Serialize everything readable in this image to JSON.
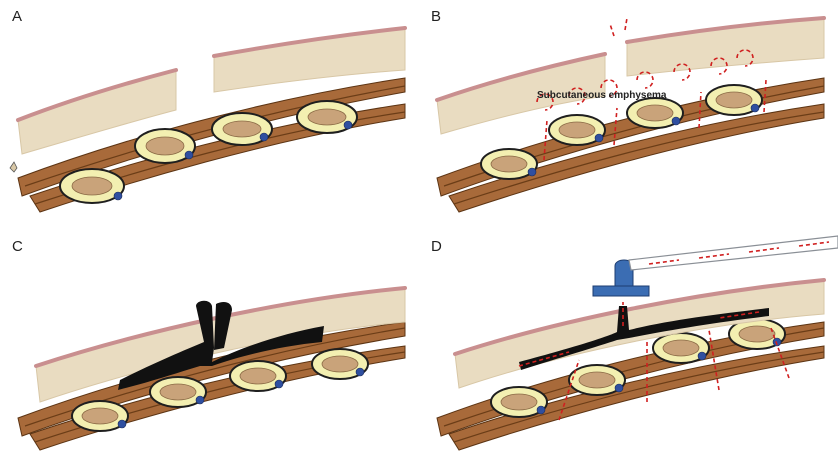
{
  "panels": [
    {
      "letter": "A"
    },
    {
      "letter": "B",
      "annotation": "Subcutaneous emphysema"
    },
    {
      "letter": "C"
    },
    {
      "letter": "D"
    }
  ],
  "colors": {
    "skin": "#e9dcc1",
    "dermis": "#c98f8f",
    "muscle": "#a86a3a",
    "rib": "#f3efb1",
    "air_arrows": "#d02020",
    "dressing": "#111111",
    "drain_flange": "#3b6db3"
  }
}
